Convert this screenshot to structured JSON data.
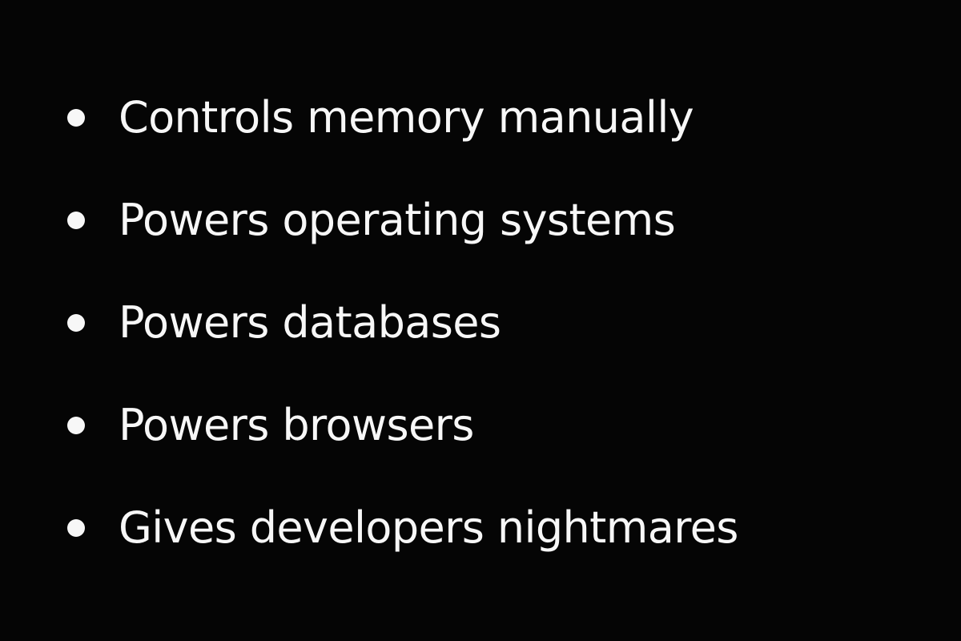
{
  "slide": {
    "background_color": "#050505",
    "text_color": "#f7f7f7",
    "bullets": [
      "Controls memory manually",
      "Powers operating systems",
      "Powers databases",
      "Powers browsers",
      "Gives developers nightmares"
    ]
  }
}
